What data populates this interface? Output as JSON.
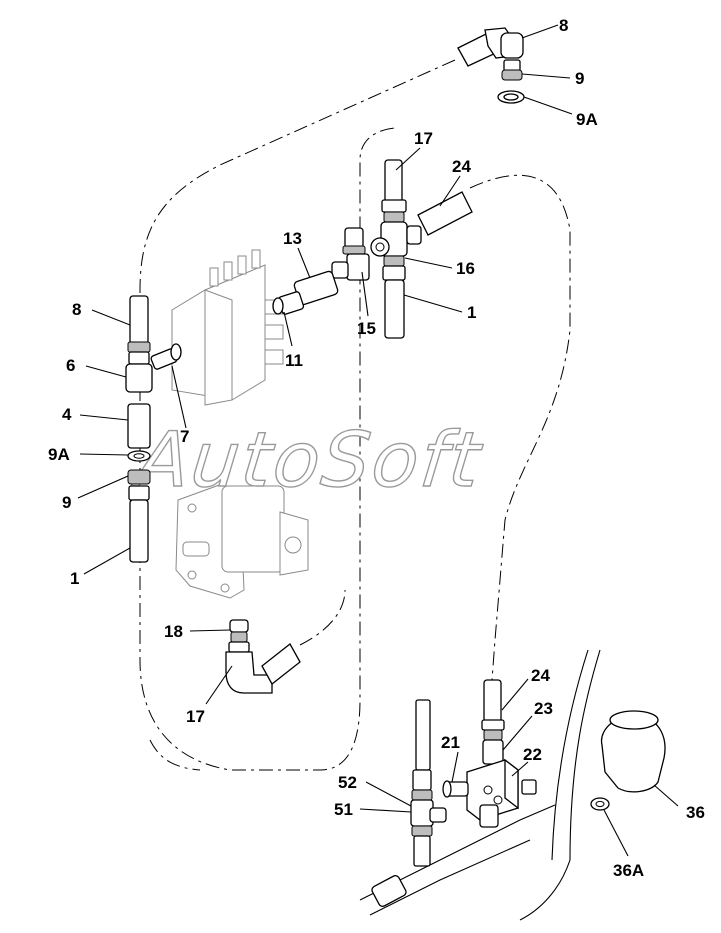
{
  "diagram": {
    "watermark": "AutoSoft",
    "callouts": [
      {
        "id": "c-8-top",
        "text": "8"
      },
      {
        "id": "c-9-top",
        "text": "9"
      },
      {
        "id": "c-9a-top",
        "text": "9A"
      },
      {
        "id": "c-17-top",
        "text": "17"
      },
      {
        "id": "c-24-top",
        "text": "24"
      },
      {
        "id": "c-13",
        "text": "13"
      },
      {
        "id": "c-16",
        "text": "16"
      },
      {
        "id": "c-1-right",
        "text": "1"
      },
      {
        "id": "c-15",
        "text": "15"
      },
      {
        "id": "c-11",
        "text": "11"
      },
      {
        "id": "c-8-left",
        "text": "8"
      },
      {
        "id": "c-6",
        "text": "6"
      },
      {
        "id": "c-4",
        "text": "4"
      },
      {
        "id": "c-7",
        "text": "7"
      },
      {
        "id": "c-9a-left",
        "text": "9A"
      },
      {
        "id": "c-9-left",
        "text": "9"
      },
      {
        "id": "c-1-left",
        "text": "1"
      },
      {
        "id": "c-18",
        "text": "18"
      },
      {
        "id": "c-17-bottom",
        "text": "17"
      },
      {
        "id": "c-24-bottom",
        "text": "24"
      },
      {
        "id": "c-23",
        "text": "23"
      },
      {
        "id": "c-21",
        "text": "21"
      },
      {
        "id": "c-22",
        "text": "22"
      },
      {
        "id": "c-52",
        "text": "52"
      },
      {
        "id": "c-51",
        "text": "51"
      },
      {
        "id": "c-36",
        "text": "36"
      },
      {
        "id": "c-36a",
        "text": "36A"
      }
    ]
  }
}
